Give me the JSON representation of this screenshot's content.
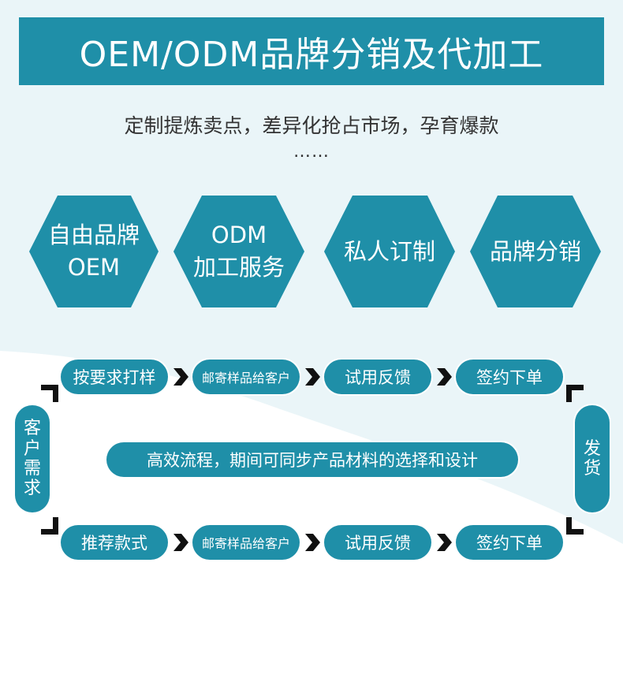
{
  "title": "OEM/ODM品牌分销及代加工",
  "subtitle": "定制提炼卖点，差异化抢占市场，孕育爆款",
  "ellipsis": "……",
  "hexagons": [
    {
      "line1": "自由品牌",
      "line2": "OEM"
    },
    {
      "line1": "ODM",
      "line2": "加工服务"
    },
    {
      "line1": "私人订制",
      "line2": ""
    },
    {
      "line1": "品牌分销",
      "line2": ""
    }
  ],
  "flow_top": [
    "按要求打样",
    "邮寄样品给客户",
    "试用反馈",
    "签约下单"
  ],
  "flow_bottom": [
    "推荐款式",
    "邮寄样品给客户",
    "试用反馈",
    "签约下单"
  ],
  "left_label": [
    "客",
    "户",
    "需",
    "求"
  ],
  "right_label": [
    "发",
    "货"
  ],
  "center_note": "高效流程，期间可同步产品材料的选择和设计",
  "colors": {
    "accent": "#1f8fa8",
    "background_tint": "#eaf5f8"
  },
  "icons": {
    "arrow": "chevron-right-icon",
    "corner": "corner-bracket-icon"
  }
}
